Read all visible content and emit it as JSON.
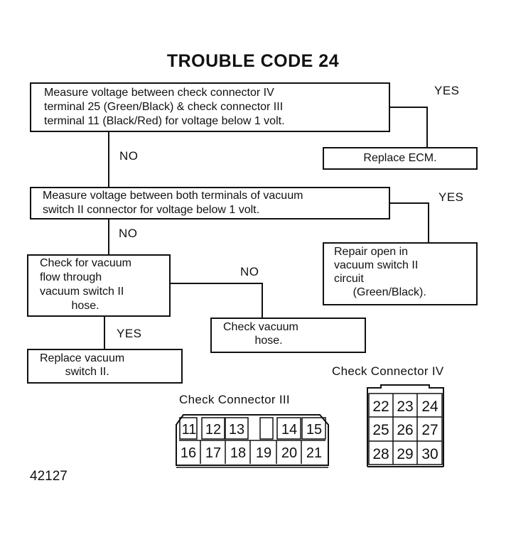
{
  "title": "TROUBLE CODE 24",
  "steps": {
    "step1": "Measure voltage between check connector IV\nterminal 25 (Green/Black) & check connector III\nterminal 11 (Black/Red) for voltage below 1 volt.",
    "replace_ecm": "Replace ECM.",
    "step2": "Measure voltage between both terminals of vacuum\nswitch II connector for voltage below 1 volt.",
    "repair_open": "Repair open in\nvacuum switch II\ncircuit\n      (Green/Black).",
    "check_flow": "Check for vacuum\nflow through\nvacuum switch II\n          hose.",
    "check_hose": "Check vacuum\n          hose.",
    "replace_switch": "Replace vacuum\n        switch II."
  },
  "labels": {
    "yes1": "YES",
    "no1": "NO",
    "yes2": "YES",
    "no2": "NO",
    "no3": "NO",
    "yes3": "YES"
  },
  "connector3": {
    "title": "Check Connector III",
    "top_row": [
      "11",
      "12",
      "13",
      "",
      "14",
      "15"
    ],
    "bottom_row": [
      "16",
      "17",
      "18",
      "19",
      "20",
      "21"
    ]
  },
  "connector4": {
    "title": "Check Connector IV",
    "rows": [
      [
        "22",
        "23",
        "24"
      ],
      [
        "25",
        "26",
        "27"
      ],
      [
        "28",
        "29",
        "30"
      ]
    ]
  },
  "figure_number": "42127"
}
